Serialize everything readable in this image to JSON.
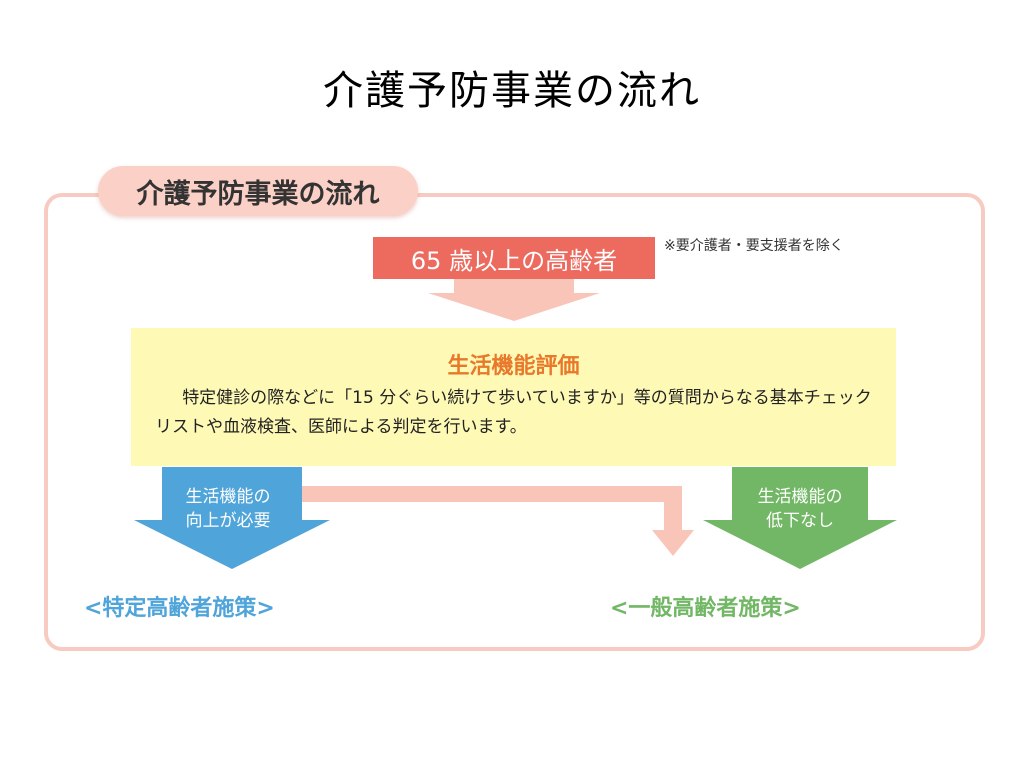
{
  "slide_title": "介護予防事業の流れ",
  "diagram": {
    "header_tab": "介護予防事業の流れ",
    "note": "※要介護者・要支援者を除く",
    "elderly_box": "65 歳以上の高齢者",
    "evaluation": {
      "title": "生活機能評価",
      "description": "特定健診の際などに「15 分ぐらい続けて歩いていますか」等の質問からなる基本チェックリストや血液検査、医師による判定を行います。"
    },
    "left_arrow": {
      "line1": "生活機能の",
      "line2": "向上が必要"
    },
    "right_arrow": {
      "line1": "生活機能の",
      "line2": "低下なし"
    },
    "left_policy": "<特定高齢者施策>",
    "right_policy": "<一般高齢者施策>",
    "colors": {
      "frame": "#f7cbc1",
      "elderly_box": "#ec6a5e",
      "evaluation_bg": "#fef9b5",
      "evaluation_title": "#e8782a",
      "left_arrow": "#4fa4d9",
      "right_arrow": "#72b765",
      "connector": "#f9c5b8"
    }
  }
}
